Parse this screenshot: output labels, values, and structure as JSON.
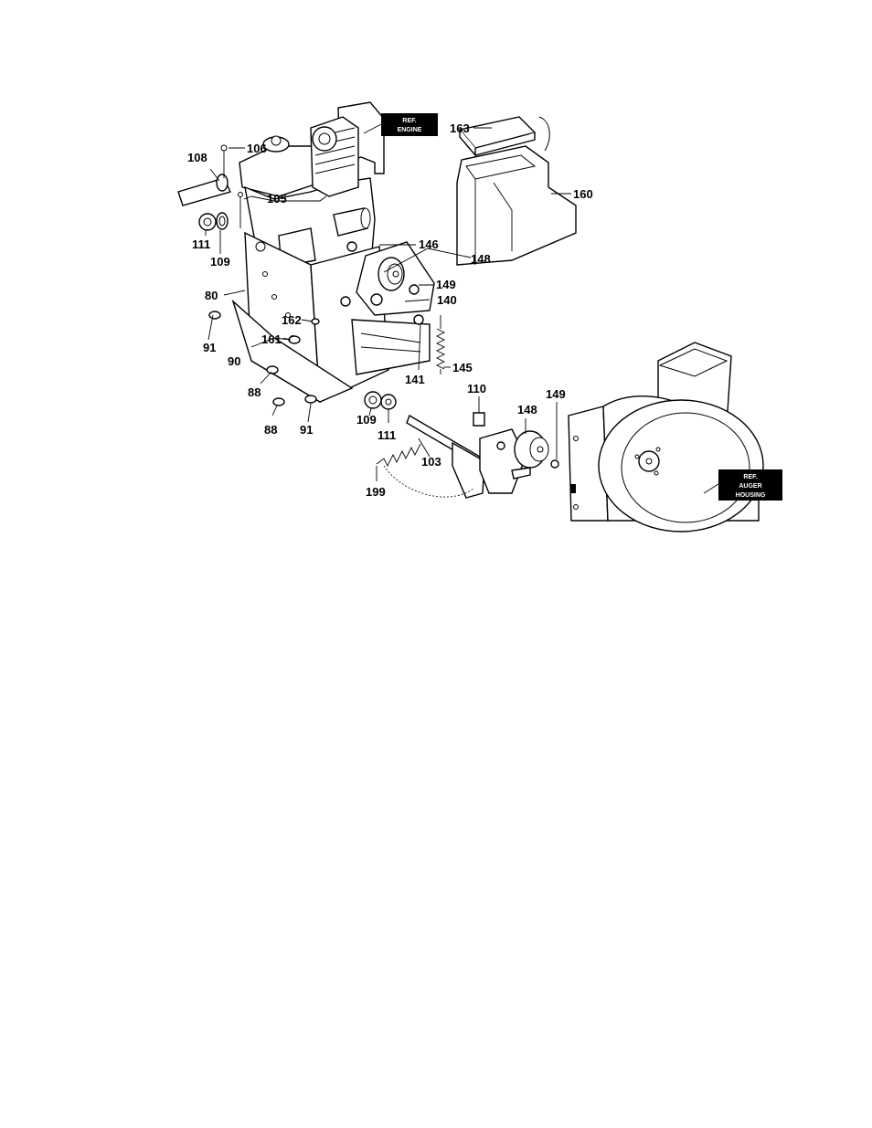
{
  "diagram": {
    "ref_engine": [
      "REF.",
      "ENGINE"
    ],
    "ref_auger": [
      "REF.",
      "AUGER",
      "HOUSING"
    ],
    "labels": {
      "l163": "163",
      "l106": "106",
      "l108": "108",
      "l105": "105",
      "l160": "160",
      "l111a": "111",
      "l109a": "109",
      "l146": "146",
      "l148a": "148",
      "l149a": "149",
      "l80": "80",
      "l140": "140",
      "l162": "162",
      "l91a": "91",
      "l161": "161",
      "l90": "90",
      "l141": "141",
      "l145": "145",
      "l88a": "88",
      "l110": "110",
      "l149b": "149",
      "l148b": "148",
      "l109b": "109",
      "l111b": "111",
      "l88b": "88",
      "l91b": "91",
      "l103": "103",
      "l199": "199"
    }
  }
}
